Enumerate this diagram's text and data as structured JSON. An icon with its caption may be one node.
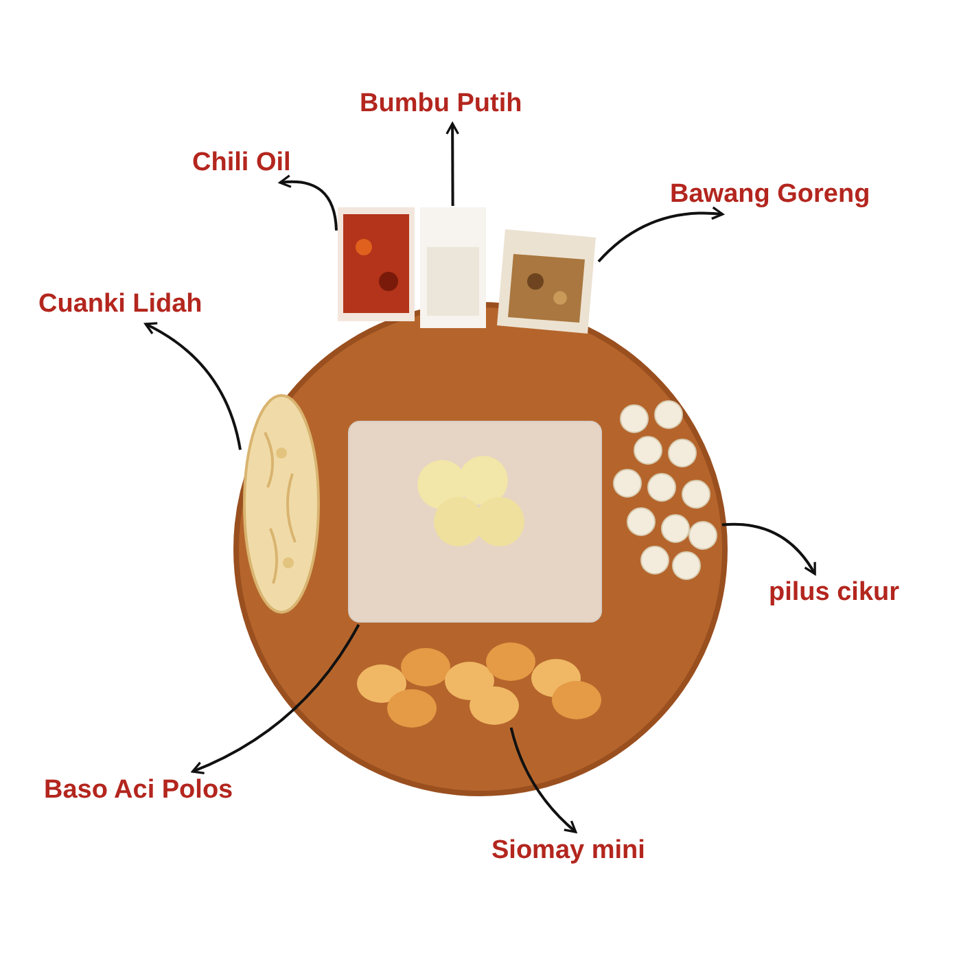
{
  "diagram": {
    "nodes": [
      {
        "text": [
          "Bumbu Putih"
        ]
      },
      {
        "text": [
          "Chili Oil"
        ]
      },
      {
        "text": [
          "Bawang Goreng"
        ]
      },
      {
        "text": [
          "Cuanki Lidah"
        ]
      },
      {
        "text": [
          "pilus cikur"
        ]
      },
      {
        "text": [
          "Baso Aci Polos"
        ]
      },
      {
        "text": [
          "Siomay mini"
        ]
      },
      {
        "text": [],
        "shape": "picture"
      },
      {
        "text": [],
        "shape": "picture"
      },
      {
        "text": [],
        "shape": "picture"
      },
      {
        "text": [],
        "shape": "picture"
      },
      {
        "text": [],
        "shape": "picture"
      },
      {
        "text": [],
        "shape": "picture"
      },
      {
        "text": [],
        "shape": "picture"
      }
    ],
    "edges": [
      {
        "from": 7,
        "to": 1,
        "arrow": "to"
      },
      {
        "from": 8,
        "to": 0,
        "arrow": "to"
      },
      {
        "from": 9,
        "to": 2,
        "arrow": "to"
      },
      {
        "from": 10,
        "to": 3,
        "arrow": "to"
      },
      {
        "from": 12,
        "to": 4,
        "arrow": "to"
      },
      {
        "from": 11,
        "to": 5,
        "arrow": "to"
      },
      {
        "from": 13,
        "to": 6,
        "arrow": "to"
      }
    ]
  }
}
